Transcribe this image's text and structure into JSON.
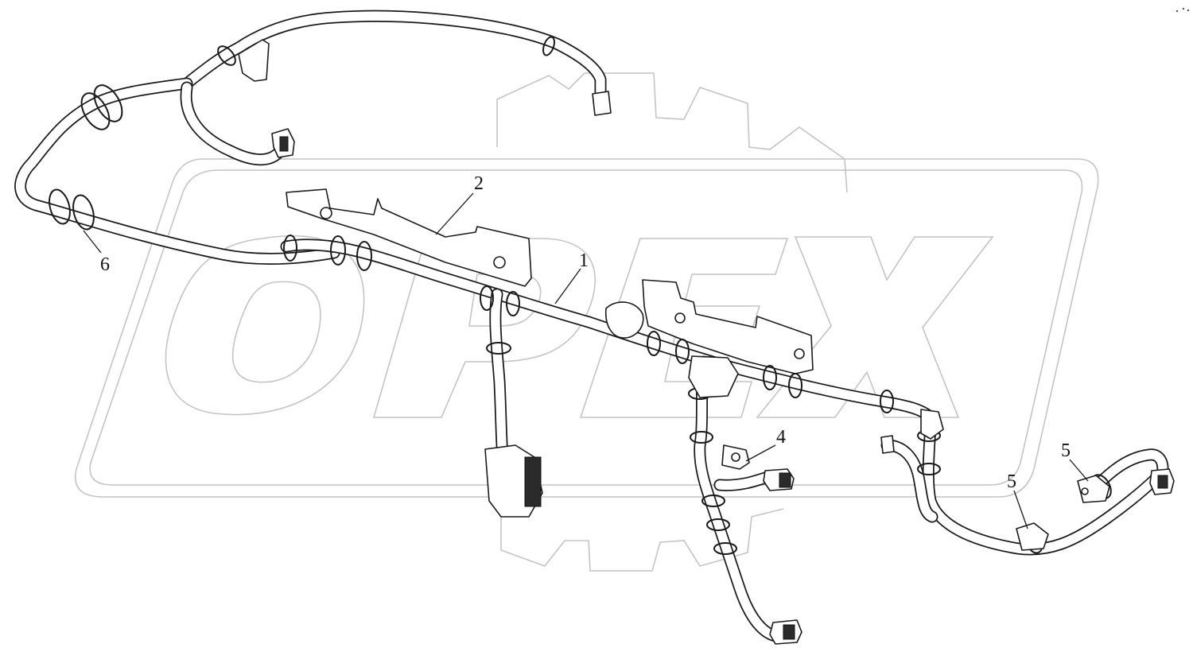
{
  "diagram": {
    "watermark_text": "OPEX",
    "callouts": [
      {
        "id": "callout-1",
        "text": "1"
      },
      {
        "id": "callout-2",
        "text": "2"
      },
      {
        "id": "callout-4",
        "text": "4"
      },
      {
        "id": "callout-5a",
        "text": "5"
      },
      {
        "id": "callout-5b",
        "text": "5"
      },
      {
        "id": "callout-6",
        "text": "6"
      }
    ],
    "colors": {
      "line": "#1a1a1a",
      "watermark": "#c4c4c4",
      "background": "#ffffff"
    }
  }
}
